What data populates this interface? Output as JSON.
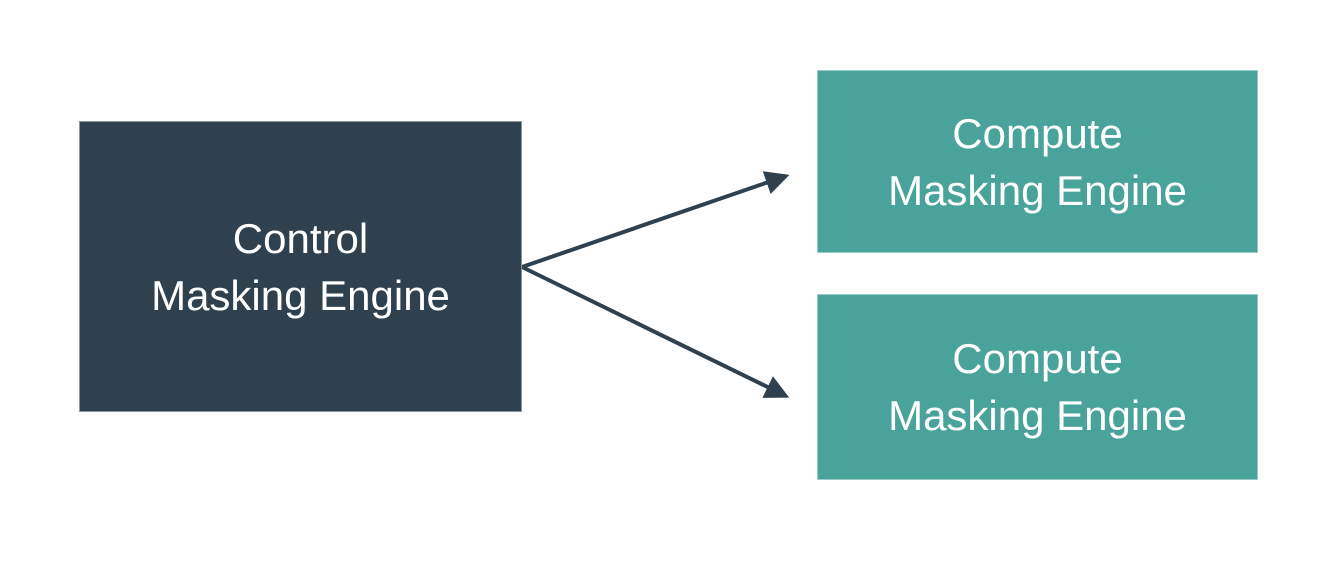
{
  "diagram": {
    "background_color": "#ffffff",
    "text_color": "#ffffff",
    "edge_color": "#2f404e",
    "nodes": [
      {
        "id": "control-masking-engine",
        "label": "Control\nMasking Engine",
        "fill_color": "#2f404e"
      },
      {
        "id": "compute-masking-engine-1",
        "label": "Compute\nMasking Engine",
        "fill_color": "#49a39a"
      },
      {
        "id": "compute-masking-engine-2",
        "label": "Compute\nMasking Engine",
        "fill_color": "#49a39a"
      }
    ],
    "edges": [
      {
        "from": "control-masking-engine",
        "to": "compute-masking-engine-1"
      },
      {
        "from": "control-masking-engine",
        "to": "compute-masking-engine-2"
      }
    ]
  }
}
